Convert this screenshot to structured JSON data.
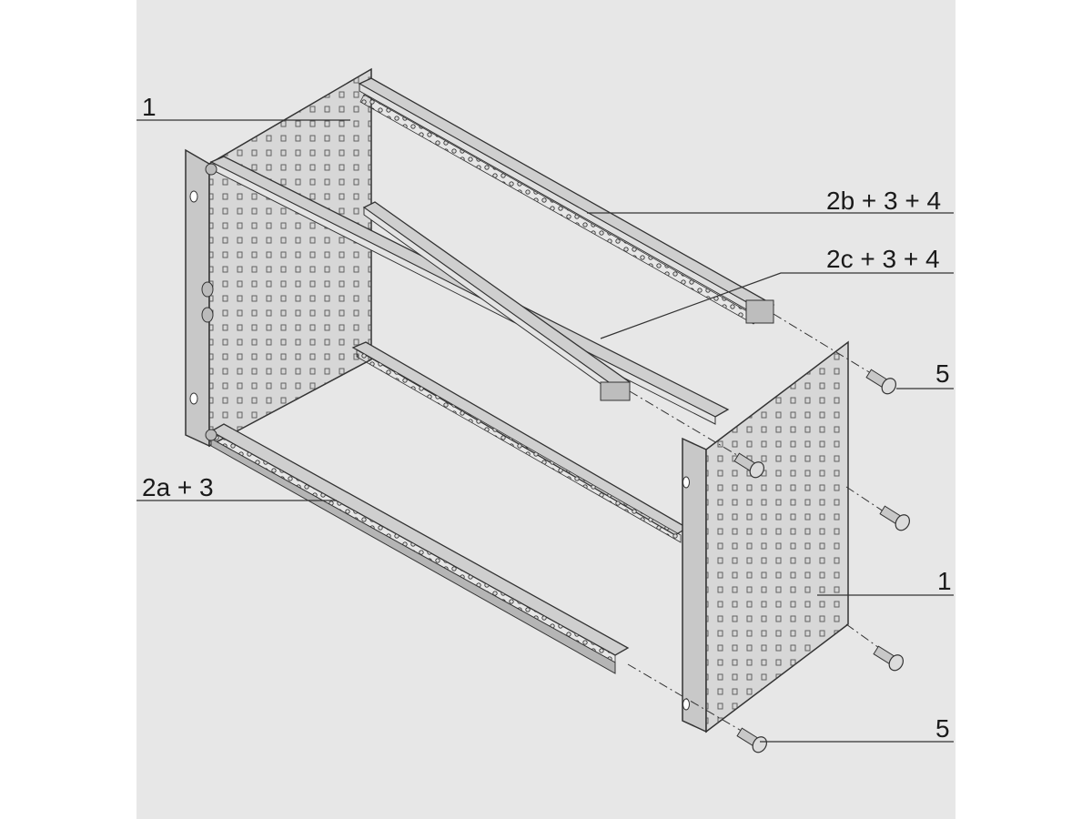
{
  "callouts": {
    "side_panel_top": "1",
    "rail_2b": "2b + 3 + 4",
    "rail_2c": "2c + 3 + 4",
    "screw_top": "5",
    "rail_2a": "2a + 3",
    "side_panel_bottom": "1",
    "screw_bottom": "5"
  },
  "colors": {
    "background": "#e7e7e7",
    "metal_light": "#d4d4d4",
    "metal_mid": "#b5b5b5",
    "metal_dark": "#8c8c8c",
    "outline": "#3a3a3a"
  }
}
